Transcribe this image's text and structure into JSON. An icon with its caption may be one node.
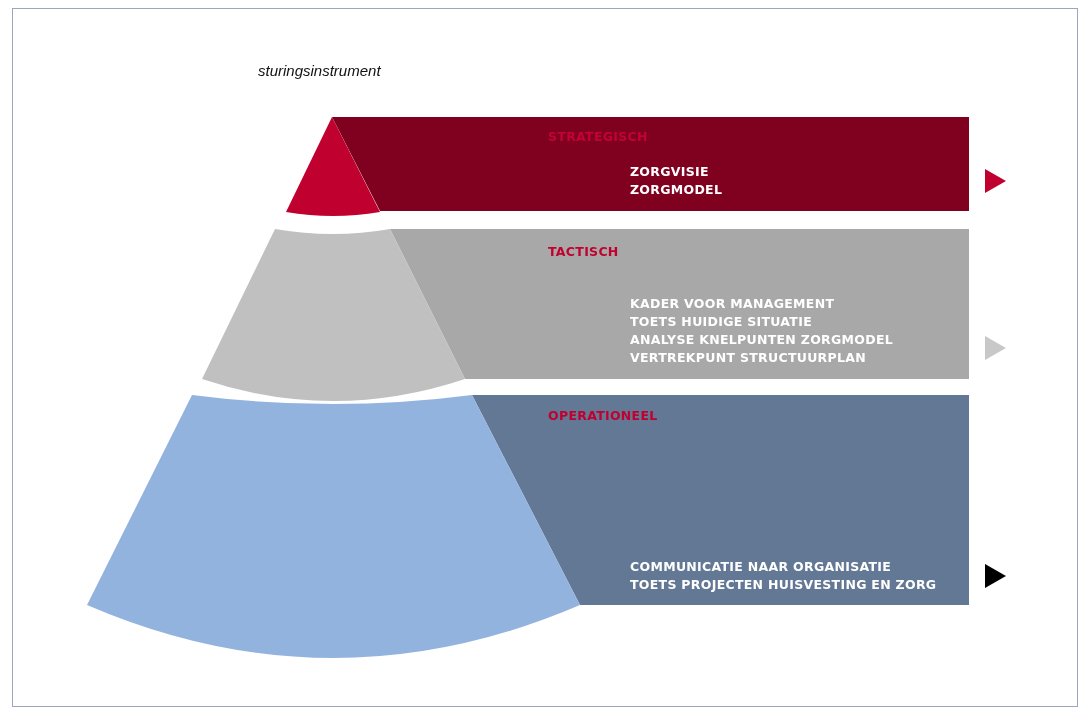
{
  "diagram": {
    "title": "sturingsinstrument",
    "nodes": [
      {
        "text": [
          "STRATEGISCH",
          "ZORGVISIE",
          "ZORGMODEL"
        ]
      },
      {
        "text": [
          "TACTISCH",
          "KADER VOOR MANAGEMENT",
          "TOETS HUIDIGE SITUATIE",
          "ANALYSE KNELPUNTEN ZORGMODEL",
          "VERTREKPUNT STRUCTUURPLAN"
        ]
      },
      {
        "text": [
          "OPERATIONEEL",
          "COMMUNICATIE NAAR ORGANISATIE",
          "TOETS PROJECTEN HUISVESTING EN ZORG"
        ]
      }
    ]
  }
}
